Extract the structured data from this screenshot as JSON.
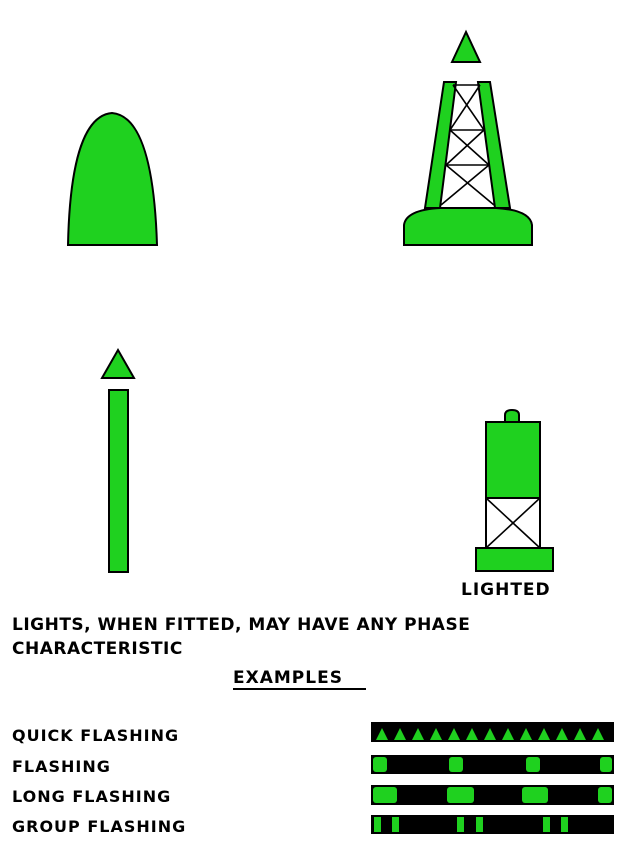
{
  "colors": {
    "buoy": "#1fd11f",
    "outline": "#000000",
    "bar_bg": "#000000"
  },
  "buoys": [
    {
      "name": "can-buoy",
      "icon": "green-can-buoy-icon"
    },
    {
      "name": "lattice-tower-buoy",
      "icon": "green-lattice-buoy-icon"
    },
    {
      "name": "spar-buoy",
      "icon": "green-spar-buoy-icon"
    },
    {
      "name": "lighted-buoy",
      "icon": "green-lighted-buoy-icon"
    }
  ],
  "lighted_label": "LIGHTED",
  "note_line1": "LIGHTS, WHEN FITTED, MAY HAVE ANY PHASE",
  "note_line2": "CHARACTERISTIC",
  "examples_heading": "EXAMPLES",
  "examples": [
    {
      "label": "QUICK FLASHING"
    },
    {
      "label": "FLASHING"
    },
    {
      "label": "LONG FLASHING"
    },
    {
      "label": "GROUP FLASHING"
    }
  ]
}
